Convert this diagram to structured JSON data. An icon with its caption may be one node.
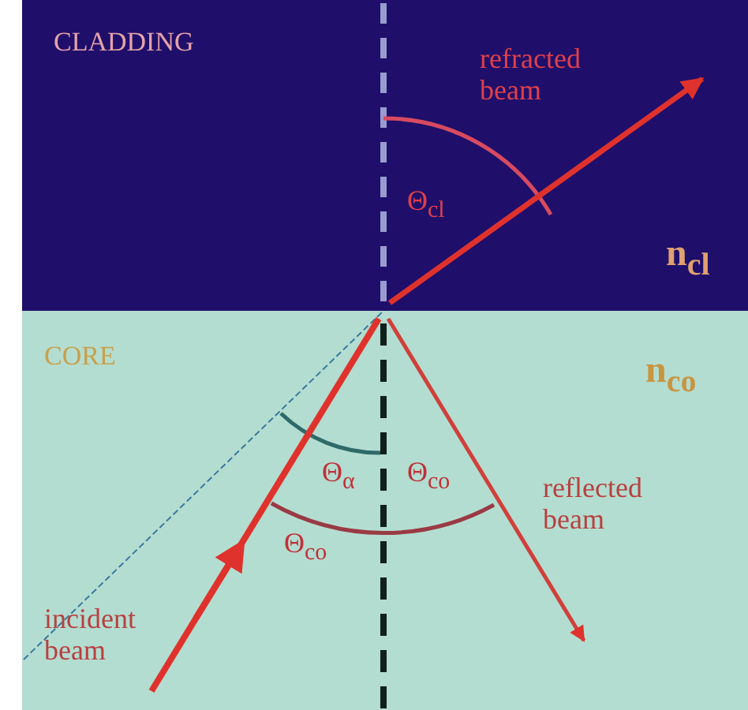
{
  "diagram": {
    "nodes": [
      {
        "text": [
          "CLADDING",
          "n$_{cl}$"
        ]
      },
      {
        "text": [
          "CORE",
          "n$_{co}$"
        ]
      }
    ],
    "labels": [
      "refracted beam",
      "Θ$_{cl}$",
      "Θ$_{α}$",
      "Θ$_{co}$",
      "reflected beam",
      "Θ$_{co}$",
      "incident beam"
    ]
  }
}
